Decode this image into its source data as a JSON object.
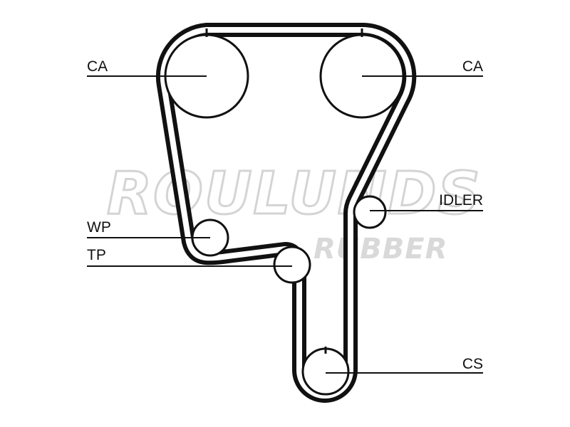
{
  "watermark": {
    "brand": "ROULUNDS",
    "subtitle": "RUBBER"
  },
  "labels": {
    "camshaft_left": "CA",
    "camshaft_right": "CA",
    "idler": "IDLER",
    "water_pump": "WP",
    "tensioner": "TP",
    "crankshaft": "CS"
  },
  "colors": {
    "belt": "#111111",
    "watermark": "#d4d4d4",
    "background": "#ffffff"
  }
}
